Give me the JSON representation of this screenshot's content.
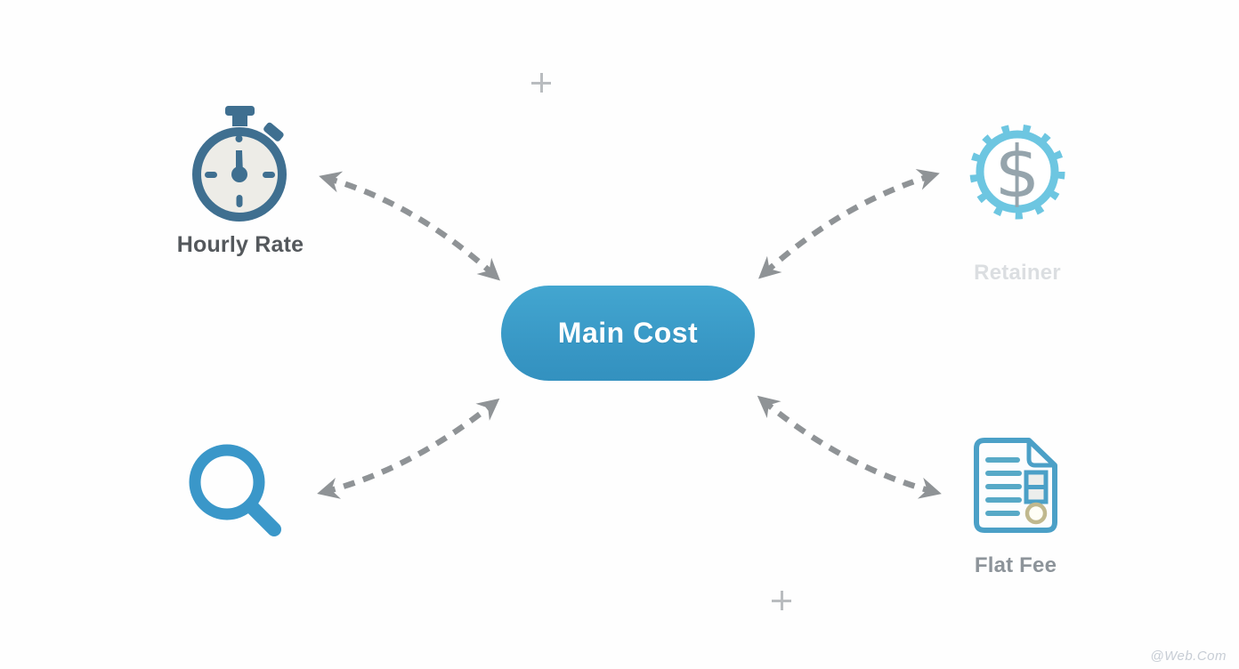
{
  "diagram": {
    "center_node": {
      "label": "Main Cost",
      "bg_color": "#3A9CC8",
      "text_color": "#FFFFFF"
    },
    "nodes": [
      {
        "id": "hourly-rate",
        "position": "top-left",
        "label": "Hourly Rate",
        "icon": "stopwatch-icon",
        "icon_color": "#3F6F90"
      },
      {
        "id": "retainer",
        "position": "top-right",
        "label": "Retainer",
        "icon": "dollar-coin-icon",
        "icon_color": "#6DC6E1",
        "currency_symbol": "$"
      },
      {
        "id": "search",
        "position": "bottom-left",
        "label": "",
        "icon": "magnifying-glass-icon",
        "icon_color": "#3A97C9"
      },
      {
        "id": "flat-fee",
        "position": "bottom-right",
        "label": "Flat Fee",
        "icon": "invoice-document-icon",
        "icon_color": "#4BA0C7"
      }
    ],
    "connectors": {
      "style": "dashed",
      "double_headed": true,
      "color": "#8F9396",
      "count": 4
    },
    "decorations": {
      "plus_mark_count": 2,
      "plus_color": "#B9BCBF"
    },
    "watermark": "@Web.Com"
  }
}
